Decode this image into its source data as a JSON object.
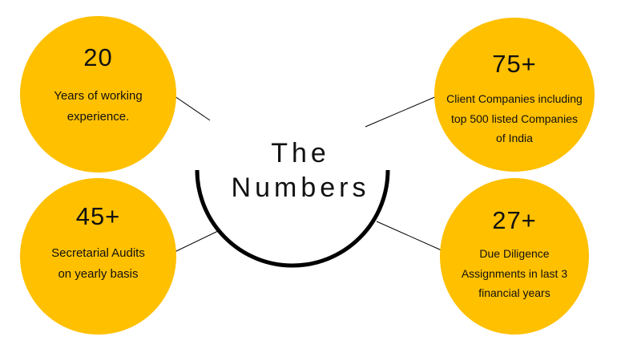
{
  "title": "The\nNumbers",
  "colors": {
    "bubble": "#FFC000",
    "text": "#111111",
    "line": "#000000"
  },
  "stats": [
    {
      "value": "20",
      "label": "Years of working\nexperience."
    },
    {
      "value": "75+",
      "label": "Client Companies  including\ntop 500   listed Companies\nof   India"
    },
    {
      "value": "45+",
      "label": "Secretarial Audits\non yearly basis"
    },
    {
      "value": "27+",
      "label": "Due Diligence\nAssignments in last   3\nfinancial years"
    }
  ]
}
